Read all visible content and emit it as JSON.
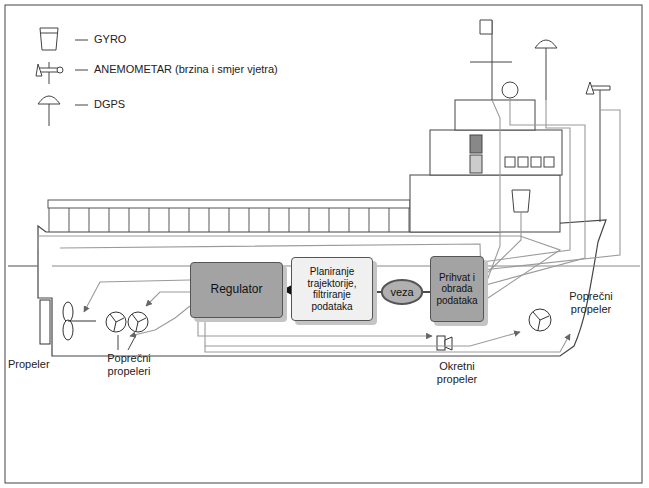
{
  "diagram": {
    "nodes": [
      {
        "text": [
          "Regulator"
        ]
      },
      {
        "text": [
          "Planiranje trajektorije, filtriranje podataka"
        ]
      },
      {
        "text": [
          "veza"
        ]
      },
      {
        "text": [
          "Prihvat i obrada podataka"
        ]
      }
    ],
    "edges": [
      {
        "from": 1,
        "to": 0,
        "arrow": "to"
      },
      {
        "from": 1,
        "to": 2,
        "arrow": "none"
      },
      {
        "from": 2,
        "to": 3,
        "arrow": "none"
      }
    ],
    "labels": [
      "Propeler",
      "Poprečni propeleri",
      "Poprečni propeler",
      "Okretni propeler"
    ],
    "legend": [
      {
        "text": "GYRO"
      },
      {
        "text": "ANEMOMETAR (brzina i smjer vjetra)"
      },
      {
        "text": "DGPS"
      }
    ]
  }
}
